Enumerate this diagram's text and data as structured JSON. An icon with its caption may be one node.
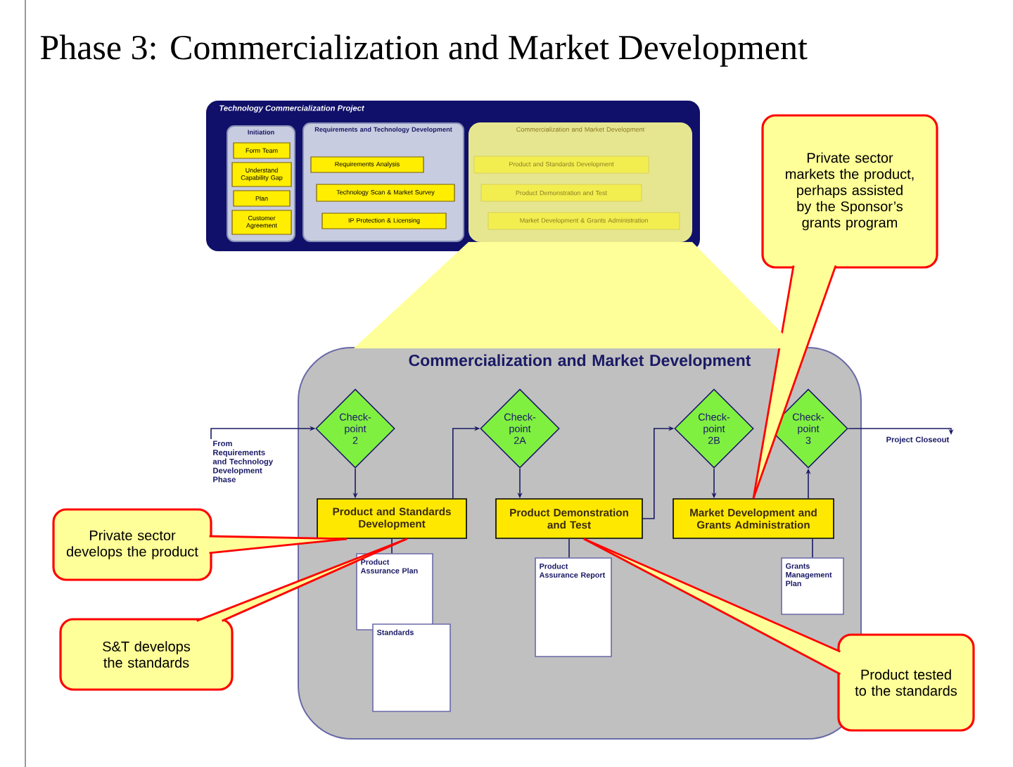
{
  "diagram": {
    "title": "Phase 3: Commercialization and Market Development",
    "nodes": [
      {
        "text": [
          "Technology Commercialization Project"
        ]
      },
      {
        "text": [
          "Initiation"
        ],
        "in": 0
      },
      {
        "text": [
          "Form Team"
        ],
        "in": 1
      },
      {
        "text": [
          "Understand Capability Gap"
        ],
        "in": 1
      },
      {
        "text": [
          "Plan"
        ],
        "in": 1
      },
      {
        "text": [
          "Customer Agreement"
        ],
        "in": 1
      },
      {
        "text": [
          "Requirements and Technology Development"
        ],
        "in": 0
      },
      {
        "text": [
          "Requirements Analysis"
        ],
        "in": 6
      },
      {
        "text": [
          "Technology Scan & Market Survey"
        ],
        "in": 6
      },
      {
        "text": [
          "IP Protection & Licensing"
        ],
        "in": 6
      },
      {
        "text": [
          "Commercialization and Market Development"
        ],
        "in": 0
      },
      {
        "text": [
          "Product and Standards Development"
        ],
        "in": 10
      },
      {
        "text": [
          "Product Demonstration and Test"
        ],
        "in": 10
      },
      {
        "text": [
          "Market Development & Grants Administration"
        ],
        "in": 10
      },
      {
        "text": [
          "Commercialization and Market Development"
        ]
      },
      {
        "text": [
          "Check-point 2"
        ],
        "in": 14
      },
      {
        "text": [
          "Check-point 2A"
        ],
        "in": 14
      },
      {
        "text": [
          "Check-point 2B"
        ],
        "in": 14
      },
      {
        "text": [
          "Check-point 3"
        ],
        "in": 14
      },
      {
        "text": [
          "Product and Standards Development"
        ],
        "in": 14
      },
      {
        "text": [
          "Product Demonstration and Test"
        ],
        "in": 14
      },
      {
        "text": [
          "Market Development and Grants Administration"
        ],
        "in": 14
      },
      {
        "text": [
          "Product Assurance Plan"
        ],
        "in": 14
      },
      {
        "text": [
          "Standards"
        ],
        "in": 14
      },
      {
        "text": [
          "Product Assurance Report"
        ],
        "in": 14
      },
      {
        "text": [
          "Grants Management Plan"
        ],
        "in": 14
      },
      {
        "text": [
          "From Requirements and Technology Development Phase"
        ]
      },
      {
        "text": [
          "Project Closeout"
        ]
      },
      {
        "text": [
          "Private sector markets the product, perhaps assisted by the Sponsor’s grants program"
        ]
      },
      {
        "text": [
          "Private sector develops the product"
        ]
      },
      {
        "text": [
          "S&T develops the standards"
        ]
      },
      {
        "text": [
          "Product tested to the standards"
        ]
      }
    ],
    "edges": [
      {
        "from": 26,
        "to": 15,
        "arrow": "to"
      },
      {
        "from": 15,
        "to": 19,
        "arrow": "to"
      },
      {
        "from": 19,
        "to": 16,
        "arrow": "to"
      },
      {
        "from": 16,
        "to": 20,
        "arrow": "to"
      },
      {
        "from": 20,
        "to": 17,
        "arrow": "to"
      },
      {
        "from": 17,
        "to": 21,
        "arrow": "to"
      },
      {
        "from": 21,
        "to": 18,
        "arrow": "to"
      },
      {
        "from": 18,
        "to": 27,
        "arrow": "to"
      },
      {
        "from": 19,
        "to": 22,
        "arrow": "none"
      },
      {
        "from": 20,
        "to": 24,
        "arrow": "none"
      },
      {
        "from": 21,
        "to": 25,
        "arrow": "none"
      },
      {
        "from": 28,
        "to": 21,
        "arrow": "none",
        "color": "#ff0000"
      },
      {
        "from": 29,
        "to": 19,
        "arrow": "none",
        "color": "#ff0000"
      },
      {
        "from": 30,
        "to": 19,
        "arrow": "none",
        "color": "#ff0000"
      },
      {
        "from": 31,
        "to": 20,
        "arrow": "none",
        "color": "#ff0000"
      },
      {
        "from": 10,
        "to": 14,
        "arrow": "none",
        "color": "#ffff99"
      }
    ]
  }
}
